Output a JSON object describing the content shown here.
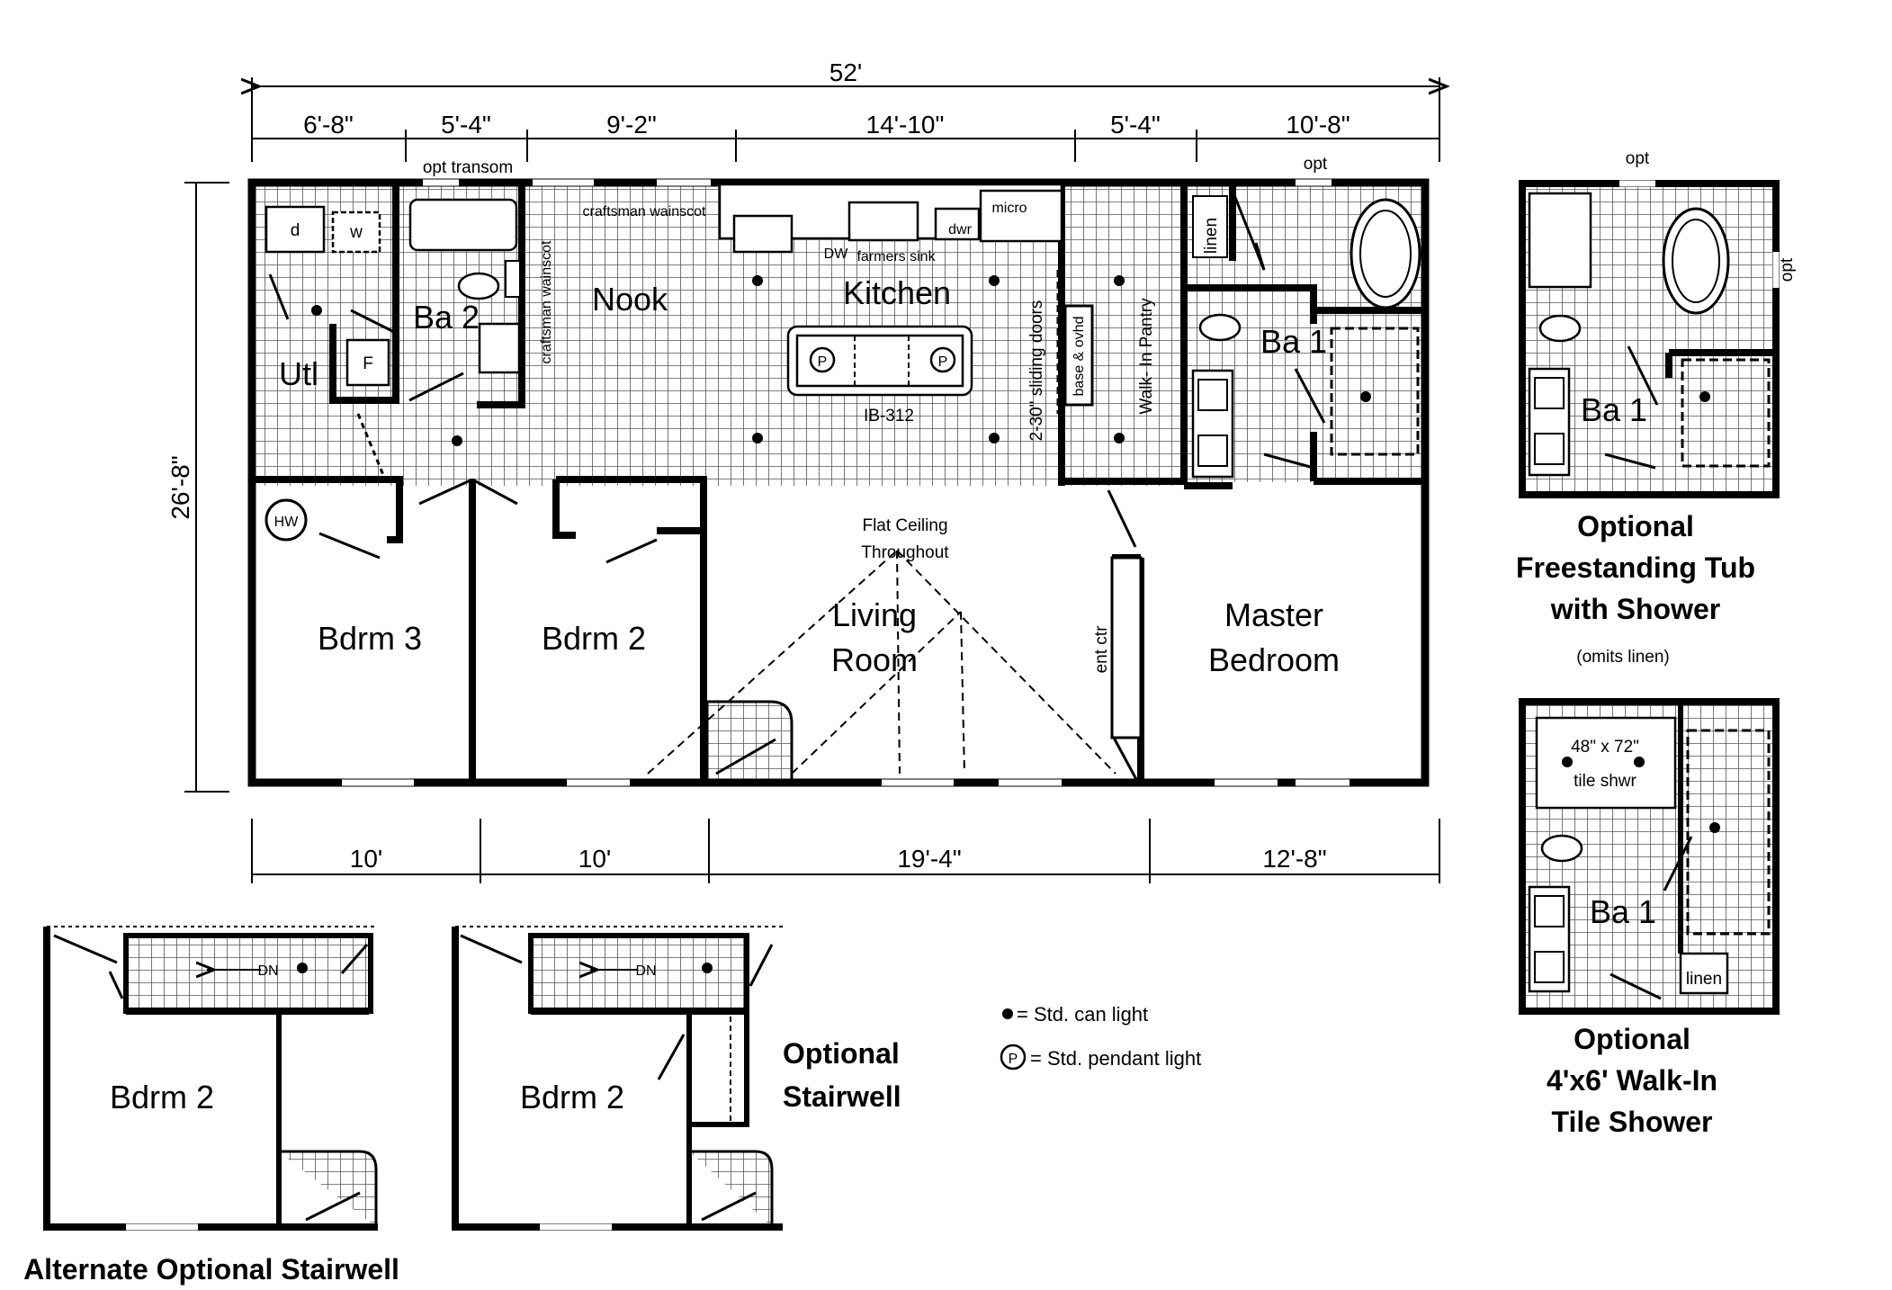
{
  "dimensions": {
    "overall_width": "52'",
    "overall_depth": "26'-8\"",
    "top_segments": [
      "6'-8\"",
      "5'-4\"",
      "9'-2\"",
      "14'-10\"",
      "5'-4\"",
      "10'-8\""
    ],
    "bottom_segments": [
      "10'",
      "10'",
      "19'-4\"",
      "12'-8\""
    ]
  },
  "rooms": {
    "utility": "Utl",
    "bath2": "Ba 2",
    "nook": "Nook",
    "kitchen": "Kitchen",
    "bath1": "Ba 1",
    "bedroom3": "Bdrm 3",
    "bedroom2": "Bdrm 2",
    "living_line1": "Living",
    "living_line2": "Room",
    "master_line1": "Master",
    "master_line2": "Bedroom"
  },
  "notes": {
    "opt_transom": "opt transom",
    "opt": "opt",
    "craftsman_wainscot": "craftsman wainscot",
    "micro": "micro",
    "dwr": "dwr",
    "dw": "DW",
    "farmers_sink": "farmers sink",
    "island": "IB-312",
    "sliding_doors": "2-30\" sliding doors",
    "base_ovhd": "base & ovhd",
    "walk_in_pantry": "Walk- In Pantry",
    "linen": "linen",
    "flat_ceiling_1": "Flat Ceiling",
    "flat_ceiling_2": "Throughout",
    "ent_ctr": "ent ctr",
    "dryer": "d",
    "washer": "w",
    "furnace": "F",
    "water_heater": "HW",
    "pendant_symbol": "P",
    "down": "DN",
    "shower_size_1": "48\" x 72\"",
    "shower_size_2": "tile shwr"
  },
  "legend": {
    "can_light": "= Std. can light",
    "pendant_light": "= Std. pendant light"
  },
  "option_freestanding": {
    "line1": "Optional",
    "line2": "Freestanding Tub",
    "line3": "with Shower",
    "note": "(omits linen)"
  },
  "option_walkin": {
    "line1": "Optional",
    "line2": "4'x6' Walk-In",
    "line3": "Tile Shower"
  },
  "option_stairwell": {
    "line1": "Optional",
    "line2": "Stairwell"
  },
  "alternate_stairwell": "Alternate Optional Stairwell",
  "colors": {
    "ink": "#000000",
    "grid": "#8a8a8a",
    "paper": "#ffffff"
  }
}
